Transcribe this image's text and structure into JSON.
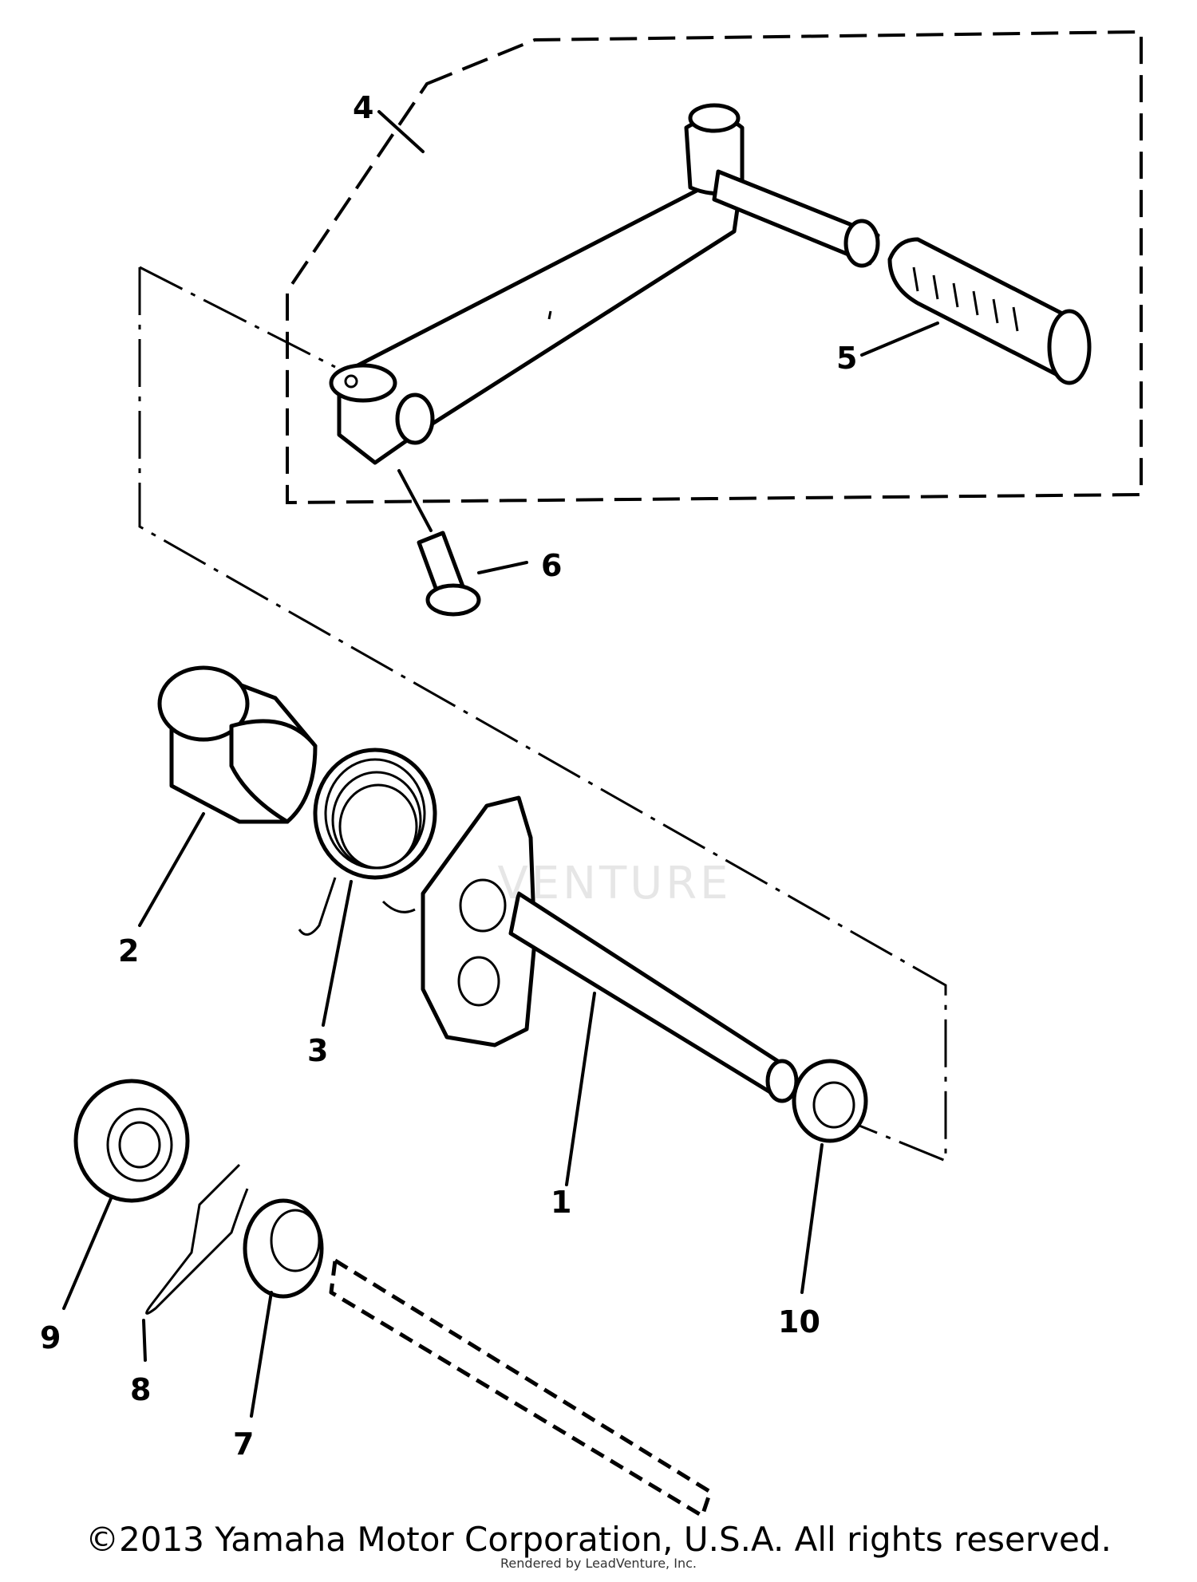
{
  "callouts": {
    "c1": "1",
    "c2": "2",
    "c3": "3",
    "c4": "4",
    "c5": "5",
    "c6": "6",
    "c7": "7",
    "c8": "8",
    "c9": "9",
    "c10": "10"
  },
  "watermark": "VENTURE",
  "footer": {
    "copyright": "©2013 Yamaha Motor Corporation, U.S.A. All rights reserved.",
    "render_note": "Rendered by LeadVenture, Inc."
  }
}
